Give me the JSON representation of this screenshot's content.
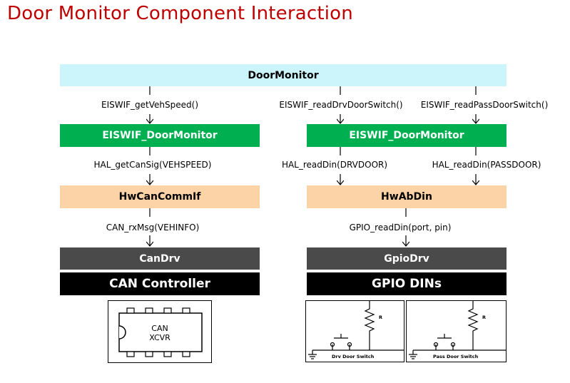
{
  "title": "Door Monitor Component Interaction",
  "boxes": {
    "door_monitor": "DoorMonitor",
    "eiswif_left": "EISWIF_DoorMonitor",
    "eiswif_right": "EISWIF_DoorMonitor",
    "hw_can": "HwCanCommIf",
    "hw_ab": "HwAbDin",
    "can_drv": "CanDrv",
    "gpio_drv": "GpioDrv",
    "can_controller": "CAN Controller",
    "gpio_dins": "GPIO DINs"
  },
  "calls": {
    "get_veh_speed": "EISWIF_getVehSpeed()",
    "read_drv_door": "EISWIF_readDrvDoorSwitch()",
    "read_pass_door": "EISWIF_readPassDoorSwitch()",
    "hal_can_sig": "HAL_getCanSig(VEHSPEED)",
    "hal_din_drv": "HAL_readDin(DRVDOOR)",
    "hal_din_pass": "HAL_readDin(PASSDOOR)",
    "can_rx": "CAN_rxMsg(VEHINFO)",
    "gpio_read": "GPIO_readDin(port, pin)"
  },
  "hardware": {
    "chip_line1": "CAN",
    "chip_line2": "XCVR",
    "resistor_left": "R",
    "resistor_right": "R",
    "switch_left": "Drv Door Switch",
    "switch_right": "Pass Door Switch"
  },
  "colors": {
    "title": "#c00000",
    "cyan": "#ccf5fb",
    "green": "#00b050",
    "orange": "#fbd3a7",
    "dark_gray": "#4a4a4a",
    "black": "#000000"
  }
}
